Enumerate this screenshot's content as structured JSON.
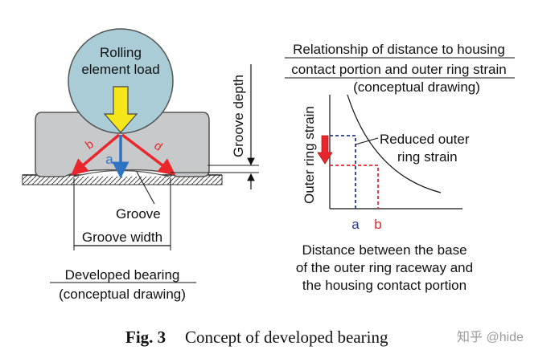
{
  "left_figure": {
    "load_label_line1": "Rolling",
    "load_label_line2": "element load",
    "groove_depth_label": "Groove depth",
    "arrow_labels": [
      "b",
      "a",
      "d"
    ],
    "groove_label": "Groove",
    "groove_width_label": "Groove width",
    "title_line1": "Developed bearing",
    "title_line2": "(conceptual drawing)"
  },
  "right_figure": {
    "title_line1": "Relationship of distance to housing",
    "title_line2": "contact portion and outer ring strain",
    "title_line3": "(conceptual drawing)",
    "ylabel": "Outer ring strain",
    "annotation_line1": "Reduced outer",
    "annotation_line2": "ring strain",
    "tick_a": "a",
    "tick_b": "b",
    "xlabel_line1": "Distance between the base",
    "xlabel_line2": "of the outer ring raceway and",
    "xlabel_line3": "the housing contact portion"
  },
  "caption": {
    "label": "Fig. 3",
    "text": "Concept of developed bearing"
  },
  "watermark": "知乎 @hide",
  "colors": {
    "ball_fill": "#a9ccd6",
    "ring_fill": "#c8c9cb",
    "load_arrow": "#f5e61a",
    "red": "#e8262b",
    "blue": "#2f73c3",
    "dark_blue": "#233a8d"
  }
}
